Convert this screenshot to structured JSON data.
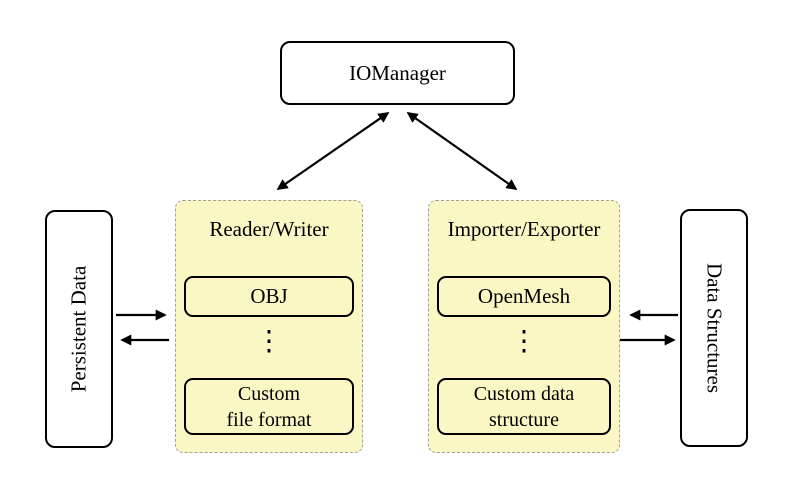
{
  "diagram": {
    "iomanager": {
      "label": "IOManager"
    },
    "reader_writer_panel": {
      "title": "Reader/Writer",
      "obj_label": "OBJ",
      "ellipsis": "⋮",
      "custom_lines": [
        "Custom",
        "file format"
      ]
    },
    "importer_exporter_panel": {
      "title": "Importer/Exporter",
      "openmesh_label": "OpenMesh",
      "ellipsis": "⋮",
      "custom_lines": [
        "Custom data",
        "structure"
      ]
    },
    "persistent_data": {
      "label": "Persistent Data"
    },
    "data_structures": {
      "label": "Data Structures"
    },
    "colors": {
      "panel_fill": "#fbf7c5",
      "panel_border": "#a0a0a0",
      "node_border": "#000000",
      "arrow": "#000000",
      "background": "#ffffff"
    }
  }
}
